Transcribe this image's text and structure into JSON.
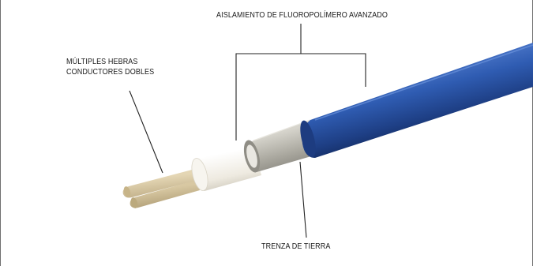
{
  "labels": {
    "insulation": "AISLAMIENTO DE FLUOROPOLÍMERO AVANZADO",
    "strands_line1": "MÚLTIPLES HEBRAS",
    "strands_line2": "CONDUCTORES DOBLES",
    "ground_braid": "TRENZA DE TIERRA"
  },
  "colors": {
    "jacket": "#2a54a6",
    "braid": "#b3b1a8",
    "inner_insulation": "#f3f1ea",
    "conductor": "#cbb88f",
    "frame_border": "#6f6f6f"
  }
}
